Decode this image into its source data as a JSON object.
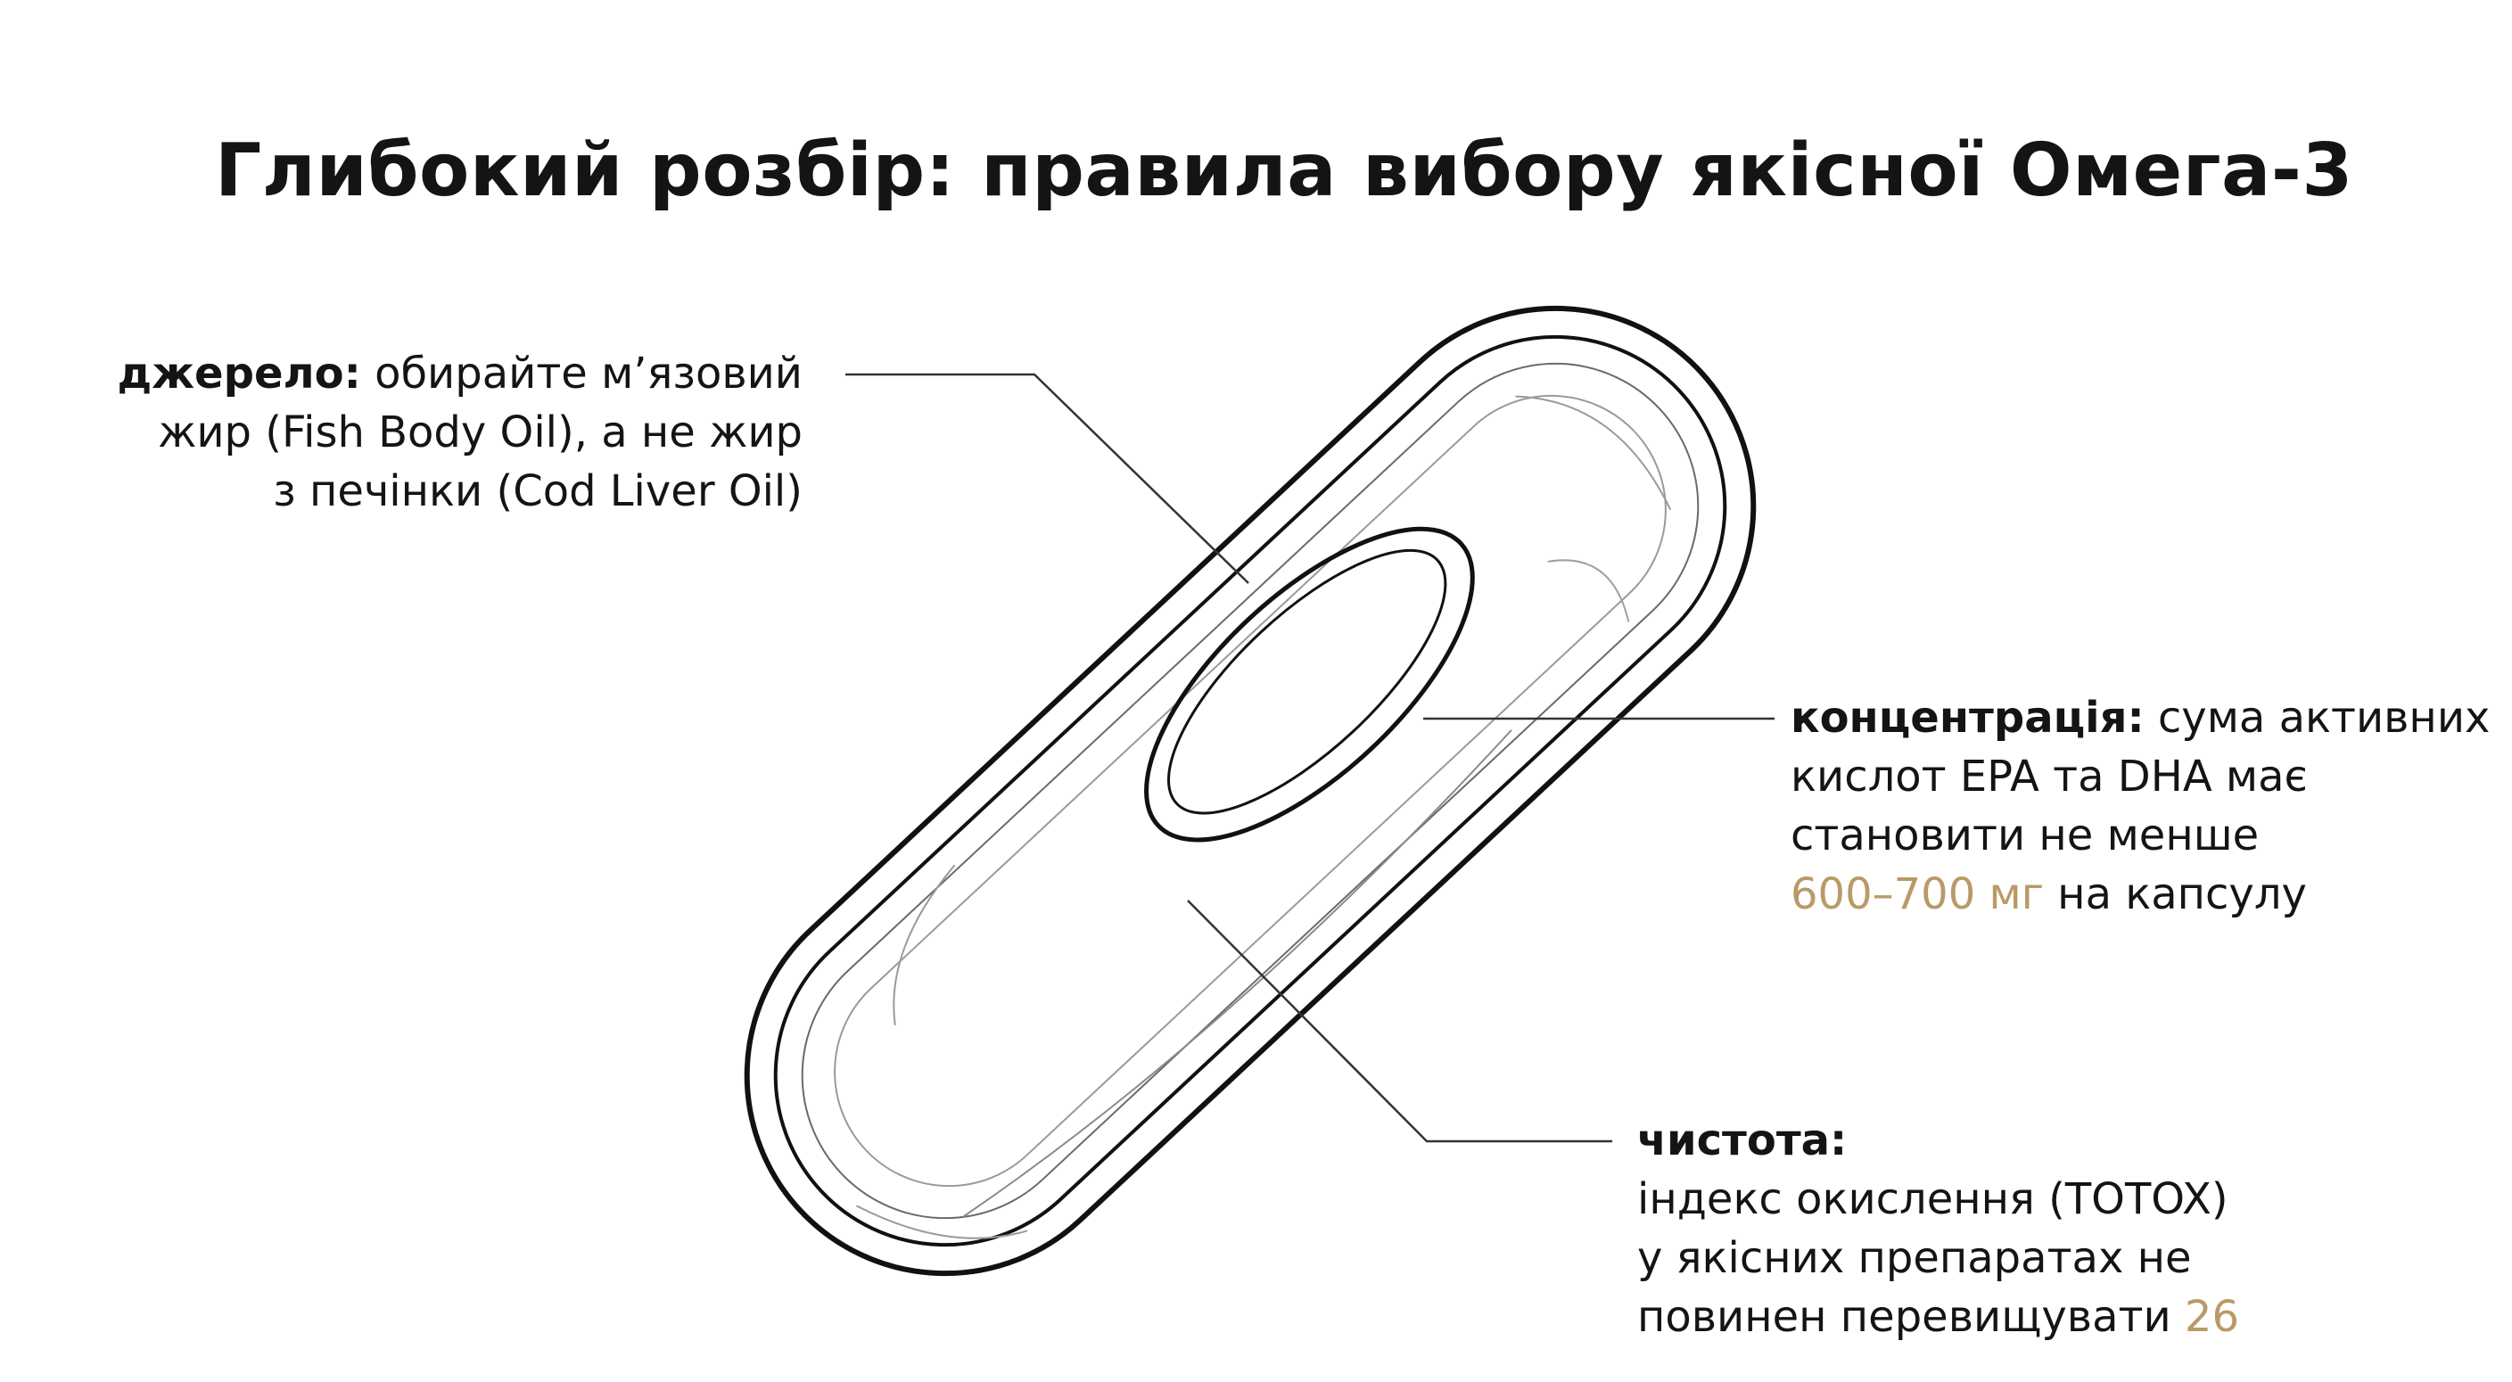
{
  "title": "Глибокий розбір: правила вибору якісної Омега-3",
  "callouts": {
    "source": {
      "label": "джерело:",
      "line1_rest": " обирайте м’язовий",
      "line2": "жир (Fish Body Oil), а не жир",
      "line3": "з печінки (Cod Liver Oil)"
    },
    "concentration": {
      "label": "концентрація:",
      "line1_rest": " сума активних",
      "line2": "кислот EPA та DHA має",
      "line3": "становити не менше",
      "highlight": "600–700 мг",
      "line4_rest": " на капсулу"
    },
    "purity": {
      "label": "чистота:",
      "line2": "індекс окислення (TOTOX)",
      "line3": "у якісних препаратах не",
      "line4": "повинен перевищувати ",
      "highlight": "26"
    }
  },
  "colors": {
    "text": "#141414",
    "accent": "#b99a67",
    "stroke": "#111111",
    "leader": "#333333"
  },
  "icons": {
    "capsule": "softgel-capsule-icon"
  }
}
